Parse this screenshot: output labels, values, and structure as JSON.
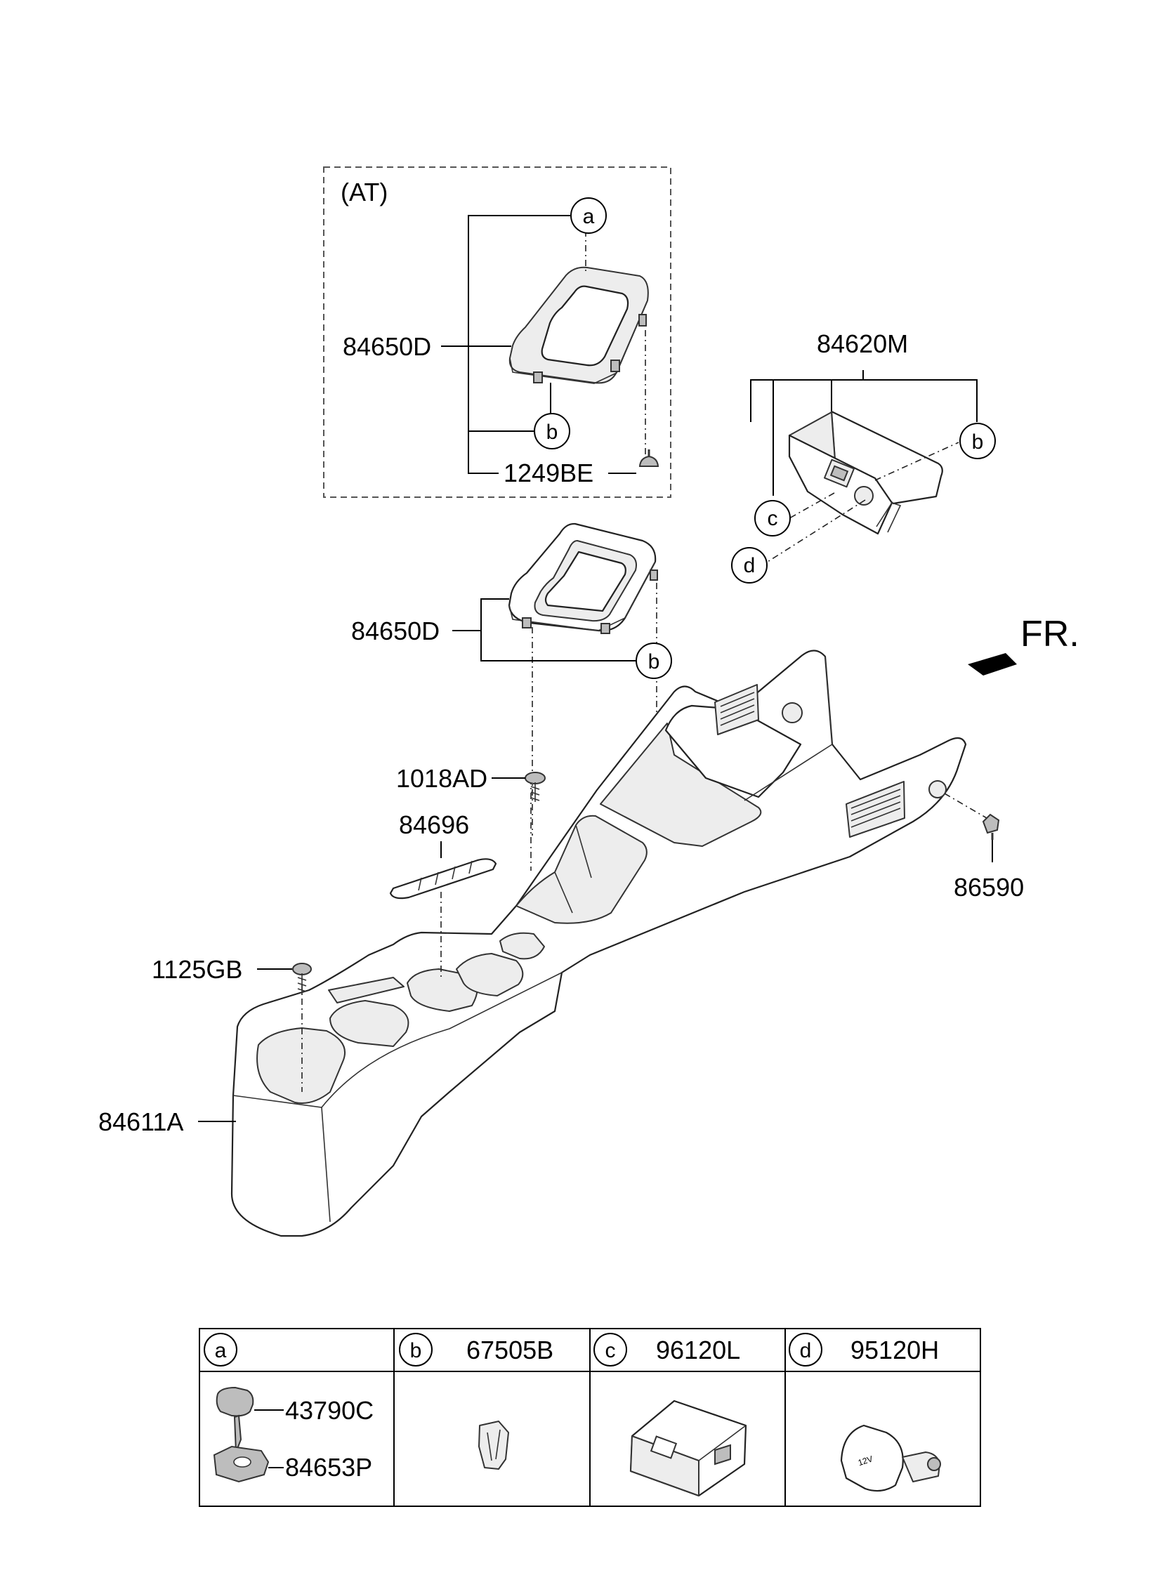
{
  "diagram": {
    "inset_title": "(AT)",
    "front_label": "FR.",
    "part_labels": {
      "shift_bezel_at": "84650D",
      "screw_at": "1249BE",
      "panel_assembly": "84620M",
      "shift_bezel": "84650D",
      "screw_1018": "1018AD",
      "garnish": "84696",
      "clip": "86590",
      "screw_1125": "1125GB",
      "console": "84611A"
    },
    "callouts": {
      "a": "a",
      "b": "b",
      "c": "c",
      "d": "d"
    }
  },
  "legend": {
    "columns": [
      {
        "letter": "a",
        "part": ""
      },
      {
        "letter": "b",
        "part": "67505B"
      },
      {
        "letter": "c",
        "part": "96120L"
      },
      {
        "letter": "d",
        "part": "95120H"
      }
    ],
    "a_items": [
      "43790C",
      "84653P"
    ],
    "d_icon_text": "12V"
  },
  "icons": [
    "shift-bezel-icon",
    "screw-icon",
    "panel-icon",
    "console-icon",
    "clip-icon",
    "usb-port-icon",
    "power-outlet-icon",
    "arrow-icon"
  ]
}
